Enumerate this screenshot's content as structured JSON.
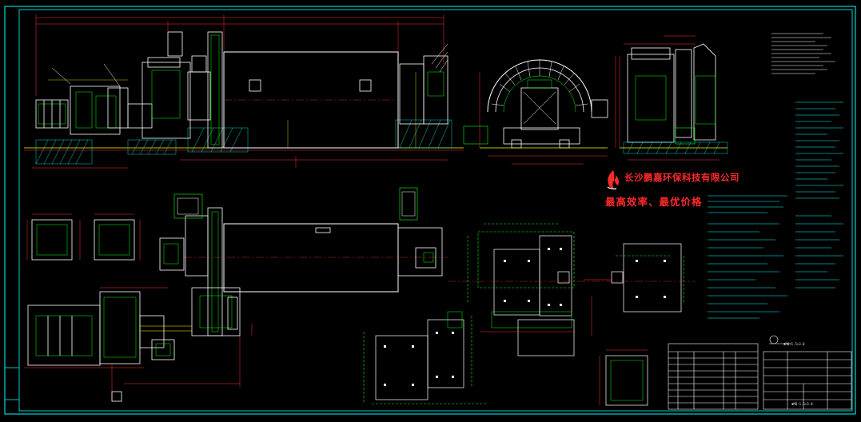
{
  "watermark": {
    "company": "长沙鹏嘉环保科技有限公司",
    "slogan": "最高效率、最优价格",
    "logo_icon": "flame-logo-icon",
    "color": "#ff2a2a"
  },
  "title_block": {
    "drawing_number": "ΦMQ-1.5×3.0",
    "title": "ΦMQ-1.5×3.0"
  },
  "palette": {
    "background": "#000000",
    "frame": "#00ffff",
    "outline": "#ffffff",
    "dimension": "#ff3030",
    "centerline": "#00ff00",
    "hatch": "#ffff00",
    "annotation": "#ff00ff"
  }
}
